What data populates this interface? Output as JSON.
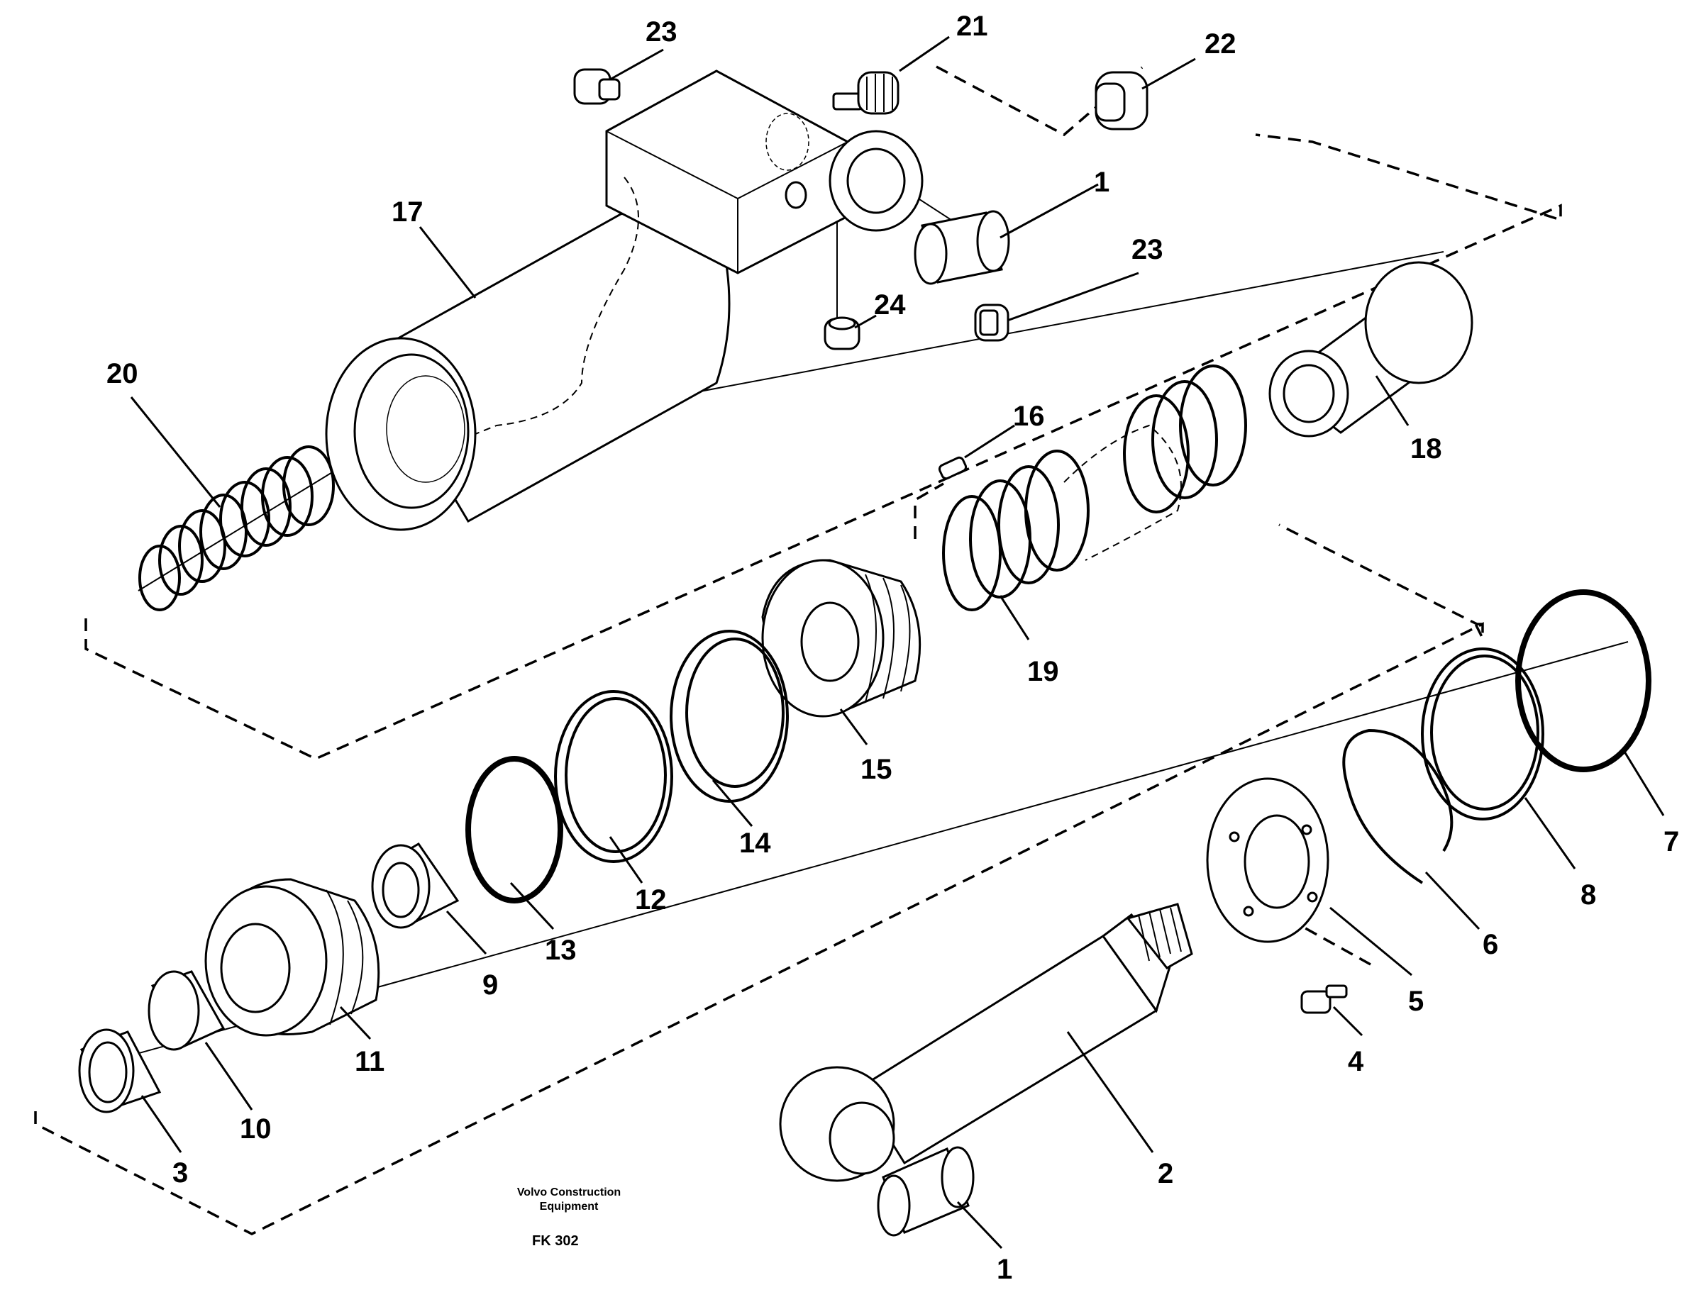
{
  "diagram": {
    "callouts": [
      {
        "id": "c23a",
        "text": "23"
      },
      {
        "id": "c21",
        "text": "21"
      },
      {
        "id": "c22",
        "text": "22"
      },
      {
        "id": "c1a",
        "text": "1"
      },
      {
        "id": "c17",
        "text": "17"
      },
      {
        "id": "c23b",
        "text": "23"
      },
      {
        "id": "c24",
        "text": "24"
      },
      {
        "id": "c20",
        "text": "20"
      },
      {
        "id": "c16",
        "text": "16"
      },
      {
        "id": "c18",
        "text": "18"
      },
      {
        "id": "c19",
        "text": "19"
      },
      {
        "id": "c15",
        "text": "15"
      },
      {
        "id": "c14",
        "text": "14"
      },
      {
        "id": "c12",
        "text": "12"
      },
      {
        "id": "c13",
        "text": "13"
      },
      {
        "id": "c9",
        "text": "9"
      },
      {
        "id": "c11",
        "text": "11"
      },
      {
        "id": "c10",
        "text": "10"
      },
      {
        "id": "c3",
        "text": "3"
      },
      {
        "id": "c7",
        "text": "7"
      },
      {
        "id": "c8",
        "text": "8"
      },
      {
        "id": "c6",
        "text": "6"
      },
      {
        "id": "c5",
        "text": "5"
      },
      {
        "id": "c4",
        "text": "4"
      },
      {
        "id": "c2",
        "text": "2"
      },
      {
        "id": "c1b",
        "text": "1"
      }
    ],
    "caption": {
      "line1": "Volvo Construction",
      "line2": "Equipment",
      "code": "FK 302"
    }
  }
}
